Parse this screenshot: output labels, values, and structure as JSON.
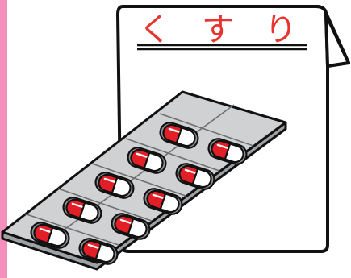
{
  "envelope": {
    "label": "くすり",
    "label_color": "#e8332f",
    "outline_color": "#111111",
    "paper_color": "#ffffff"
  },
  "blister": {
    "rows": 5,
    "columns": 2,
    "sheet_color": "#cfd1d3",
    "capsule_red": "#e41e26",
    "capsule_white": "#ffffff"
  },
  "side_strip_color": "#f48fbe"
}
